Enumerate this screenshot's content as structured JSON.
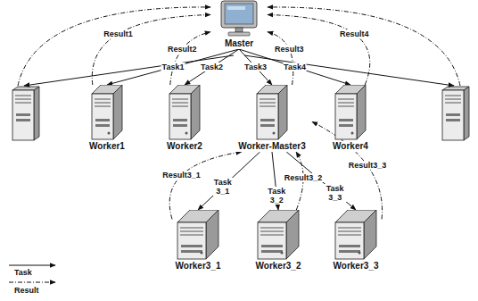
{
  "diagram": {
    "nodes": [
      {
        "text": [
          "Master"
        ]
      },
      {
        "text": [
          "Worker1"
        ]
      },
      {
        "text": [
          "Worker2"
        ]
      },
      {
        "text": [
          "Worker-Master3"
        ]
      },
      {
        "text": [
          "Worker4"
        ]
      },
      {
        "text": [
          "Worker3_1"
        ]
      },
      {
        "text": [
          "Worker3_2"
        ]
      },
      {
        "text": [
          "Worker3_3"
        ]
      }
    ],
    "edges": [
      {
        "from": 0,
        "to": 1,
        "arrow": "to",
        "label": "Task1"
      },
      {
        "from": 0,
        "to": 2,
        "arrow": "to",
        "label": "Task2"
      },
      {
        "from": 0,
        "to": 3,
        "arrow": "to",
        "label": "Task3"
      },
      {
        "from": 0,
        "to": 4,
        "arrow": "to",
        "label": "Task4"
      },
      {
        "from": 1,
        "to": 0,
        "arrow": "to",
        "label": "Result1"
      },
      {
        "from": 2,
        "to": 0,
        "arrow": "to",
        "label": "Result2"
      },
      {
        "from": 3,
        "to": 0,
        "arrow": "to",
        "label": "Result3"
      },
      {
        "from": 4,
        "to": 0,
        "arrow": "to",
        "label": "Result4"
      },
      {
        "from": 3,
        "to": 5,
        "arrow": "to",
        "label": "Task 3_1"
      },
      {
        "from": 3,
        "to": 6,
        "arrow": "to",
        "label": "Task 3_2"
      },
      {
        "from": 3,
        "to": 7,
        "arrow": "to",
        "label": "Task 3_3"
      },
      {
        "from": 5,
        "to": 3,
        "arrow": "to",
        "label": "Result3_1"
      },
      {
        "from": 6,
        "to": 3,
        "arrow": "to",
        "label": "Result3_2"
      },
      {
        "from": 7,
        "to": 3,
        "arrow": "to",
        "label": "Result3_3"
      }
    ],
    "legend": [
      {
        "text": "Task"
      },
      {
        "text": "Result"
      }
    ]
  }
}
